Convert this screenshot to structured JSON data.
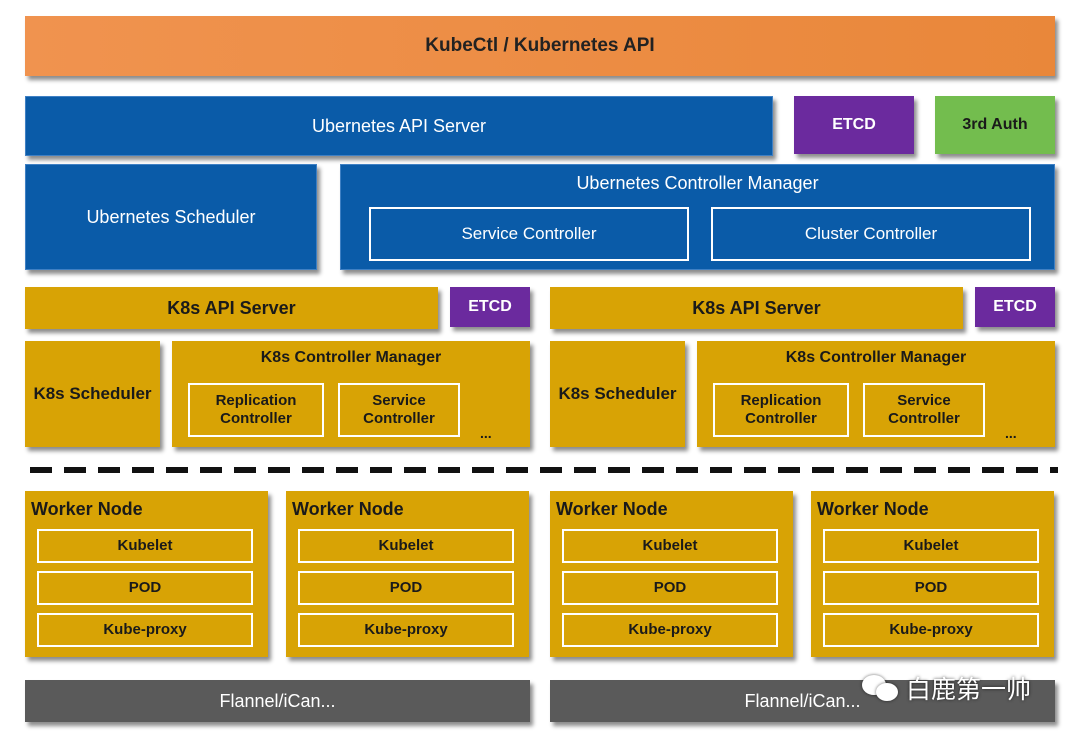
{
  "top": {
    "label": "KubeCtl / Kubernetes API"
  },
  "federation": {
    "api_server": "Ubernetes API Server",
    "etcd": "ETCD",
    "auth": "3rd Auth",
    "scheduler": "Ubernetes Scheduler",
    "controller_manager": {
      "title": "Ubernetes Controller Manager",
      "controllers": [
        "Service Controller",
        "Cluster Controller"
      ]
    }
  },
  "clusters": [
    {
      "api_server": "K8s API Server",
      "etcd": "ETCD",
      "scheduler": "K8s Scheduler",
      "controller_manager": {
        "title": "K8s Controller Manager",
        "controllers": [
          "Replication Controller",
          "Service Controller"
        ],
        "more": "..."
      },
      "workers": [
        {
          "title": "Worker Node",
          "components": [
            "Kubelet",
            "POD",
            "Kube-proxy"
          ]
        },
        {
          "title": "Worker Node",
          "components": [
            "Kubelet",
            "POD",
            "Kube-proxy"
          ]
        }
      ],
      "network": "Flannel/iCan..."
    },
    {
      "api_server": "K8s API Server",
      "etcd": "ETCD",
      "scheduler": "K8s Scheduler",
      "controller_manager": {
        "title": "K8s Controller Manager",
        "controllers": [
          "Replication Controller",
          "Service Controller"
        ],
        "more": "..."
      },
      "workers": [
        {
          "title": "Worker Node",
          "components": [
            "Kubelet",
            "POD",
            "Kube-proxy"
          ]
        },
        {
          "title": "Worker Node",
          "components": [
            "Kubelet",
            "POD",
            "Kube-proxy"
          ]
        }
      ],
      "network": "Flannel/iCan..."
    }
  ],
  "watermark": {
    "text": "白鹿第一帅",
    "icon": "wechat-icon"
  },
  "colors": {
    "orange": "#e9873a",
    "blue": "#0a5ba8",
    "purple": "#6b2a9e",
    "green": "#73bd4e",
    "gold": "#d8a305",
    "gray": "#5a5a5a"
  }
}
